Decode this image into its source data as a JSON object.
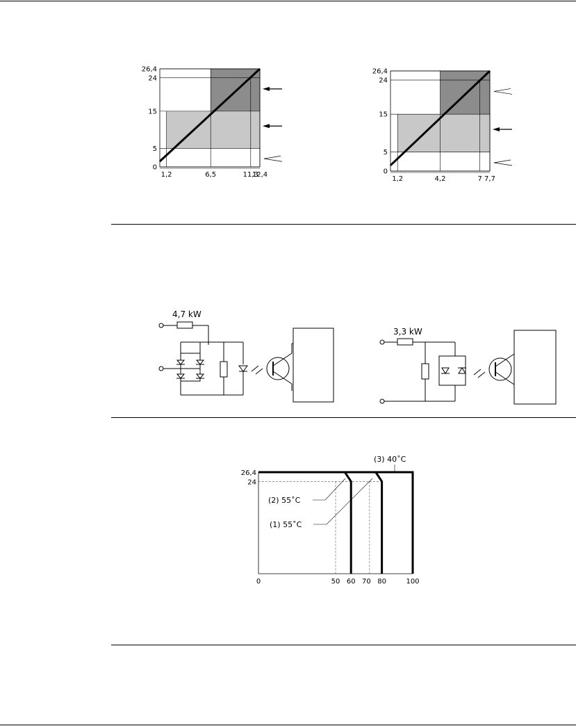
{
  "chart_data": [
    {
      "type": "area",
      "x_ticks": [
        "1,2",
        "6,5",
        "11,3",
        "12,4"
      ],
      "y_ticks": [
        "0",
        "5",
        "15",
        "24",
        "26,4"
      ],
      "x_values": [
        1.2,
        6.5,
        11.3,
        12.4
      ],
      "y_values": [
        0,
        5,
        15,
        24,
        26.4
      ],
      "xlim": [
        0.4,
        12.4
      ],
      "ylim": [
        0,
        26.4
      ],
      "line": [
        [
          0.4,
          1.5
        ],
        [
          12.4,
          26.4
        ]
      ],
      "bands": [
        {
          "x": [
            1.2,
            12.4
          ],
          "y": [
            5,
            15
          ],
          "color": "#c8c8c8"
        },
        {
          "x": [
            6.5,
            12.4
          ],
          "y": [
            15,
            26.4
          ],
          "color": "#8c8c8c"
        }
      ],
      "guides": [
        [
          6.5,
          15
        ],
        [
          11.3,
          24
        ]
      ],
      "arrows": [
        {
          "y": 21,
          "style": "solid"
        },
        {
          "y": 11,
          "style": "solid"
        },
        {
          "y": 2.2,
          "style": "open"
        }
      ]
    },
    {
      "type": "area",
      "x_ticks": [
        "1,2",
        "4,2",
        "7",
        "7,7"
      ],
      "y_ticks": [
        "0",
        "5",
        "15",
        "24",
        "26,4"
      ],
      "x_values": [
        1.2,
        4.2,
        7,
        7.7
      ],
      "y_values": [
        0,
        5,
        15,
        24,
        26.4
      ],
      "xlim": [
        0.7,
        7.7
      ],
      "ylim": [
        0,
        26.4
      ],
      "line": [
        [
          0.7,
          1.5
        ],
        [
          7.7,
          26.4
        ]
      ],
      "bands": [
        {
          "x": [
            1.2,
            7.7
          ],
          "y": [
            5,
            15
          ],
          "color": "#c8c8c8"
        },
        {
          "x": [
            4.2,
            7.7
          ],
          "y": [
            15,
            26.4
          ],
          "color": "#8c8c8c"
        }
      ],
      "guides": [
        [
          4.2,
          15
        ],
        [
          7,
          24
        ]
      ],
      "arrows": [
        {
          "y": 21,
          "style": "open"
        },
        {
          "y": 11,
          "style": "solid"
        },
        {
          "y": 2.2,
          "style": "open"
        }
      ]
    },
    {
      "type": "line",
      "x_ticks": [
        "0",
        "50",
        "60",
        "70",
        "80",
        "100"
      ],
      "x_values": [
        0,
        50,
        60,
        70,
        80,
        100
      ],
      "y_ticks": [
        "24",
        "26,4"
      ],
      "y_values": [
        24,
        26.4
      ],
      "xlim": [
        0,
        100
      ],
      "series": [
        {
          "name": "(3) 40˚C",
          "points": [
            [
              0,
              26.4
            ],
            [
              100,
              26.4
            ],
            [
              100,
              0
            ]
          ]
        },
        {
          "name": "(2) 55˚C",
          "points": [
            [
              0,
              26.4
            ],
            [
              56,
              26.4
            ],
            [
              60,
              24
            ],
            [
              60,
              0
            ]
          ]
        },
        {
          "name": "(1) 55˚C",
          "points": [
            [
              56,
              26.4
            ],
            [
              76,
              26.4
            ],
            [
              80,
              24
            ],
            [
              80,
              0
            ]
          ]
        }
      ],
      "dashed_guides": [
        50,
        72
      ]
    }
  ],
  "schematics": {
    "left_resistor": "4,7 kW",
    "right_resistor": "3,3 kW"
  }
}
